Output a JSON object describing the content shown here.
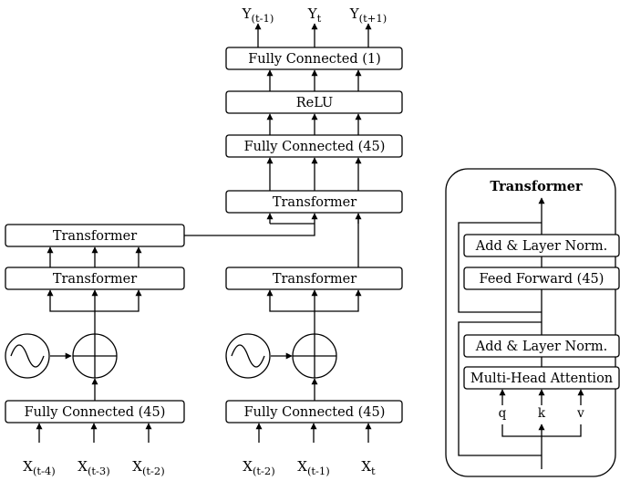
{
  "main": {
    "outputs": [
      {
        "base": "Y",
        "sub": "(t-1)"
      },
      {
        "base": "Y",
        "sub": "t"
      },
      {
        "base": "Y",
        "sub": "(t+1)"
      }
    ],
    "fc1_label": "Fully Connected (1)",
    "relu_label": "ReLU",
    "fc45_top_label": "Fully Connected (45)",
    "merge_transformer_label": "Transformer",
    "left_transformer_top_label": "Transformer",
    "left_transformer_bottom_label": "Transformer",
    "right_transformer_label": "Transformer",
    "left_fc_label": "Fully Connected (45)",
    "right_fc_label": "Fully Connected (45)",
    "left_inputs": [
      {
        "base": "X",
        "sub": "(t-4)"
      },
      {
        "base": "X",
        "sub": "(t-3)"
      },
      {
        "base": "X",
        "sub": "(t-2)"
      }
    ],
    "right_inputs": [
      {
        "base": "X",
        "sub": "(t-2)"
      },
      {
        "base": "X",
        "sub": "(t-1)"
      },
      {
        "base": "X",
        "sub": "t"
      }
    ]
  },
  "inset": {
    "title": "Transformer",
    "add_norm_top": "Add & Layer Norm.",
    "feed_forward": "Feed Forward (45)",
    "add_norm_bottom": "Add & Layer Norm.",
    "attention": "Multi-Head Attention",
    "inputs": [
      "q",
      "k",
      "v"
    ]
  }
}
